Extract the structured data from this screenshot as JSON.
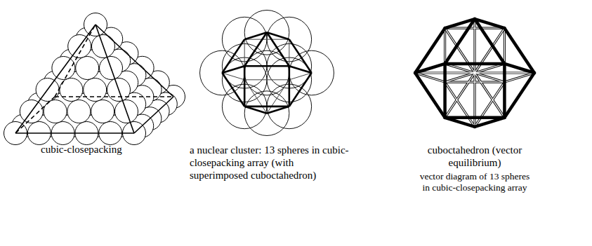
{
  "diagram": {
    "labels": [
      "cubic-closepacking",
      "a nuclear cluster: 13 spheres in cubic-closepacking array (with superimposed cuboctahedron)",
      "cuboctahedron (vector equilibrium)",
      "vector diagram of 13 spheres in cubic-closepacking array"
    ]
  }
}
